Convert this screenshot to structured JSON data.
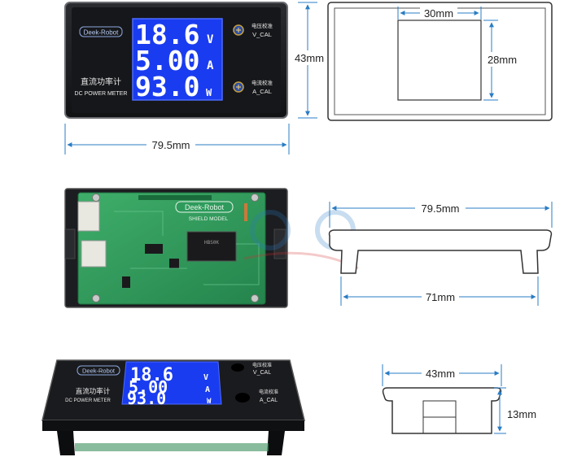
{
  "brand": "Deek-Robot",
  "display": {
    "voltage": "18.6",
    "voltage_unit": "V",
    "current": "5.00",
    "current_unit": "A",
    "power": "93.0",
    "power_unit": "W"
  },
  "panel": {
    "label_cn": "直流功率计",
    "label_en": "DC POWER METER",
    "v_cal_cn": "电压校准",
    "v_cal": "V_CAL",
    "a_cal_cn": "电流校准",
    "a_cal": "A_CAL"
  },
  "pcb": {
    "brand": "Deek-Robot",
    "shield_model": "SHIELD MODEL",
    "chip_text": "HBS0K"
  },
  "dimensions": {
    "front_width": "79.5mm",
    "front_height": "43mm",
    "cutout_width": "30mm",
    "cutout_height": "28mm",
    "side_top_width": "79.5mm",
    "side_bottom_width": "71mm",
    "end_width": "43mm",
    "end_depth": "13mm"
  },
  "colors": {
    "lcd_blue": "#1a3cf0",
    "bezel": "#1e1f22",
    "pcb_green": "#2e9b5c",
    "dim_line": "#2a7cc4"
  }
}
